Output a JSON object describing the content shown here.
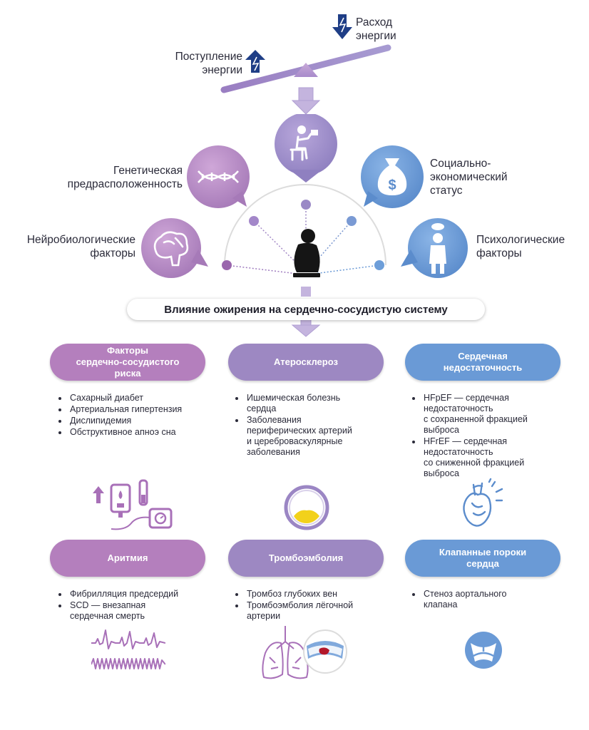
{
  "energy": {
    "expense": "Расход\nэнергии",
    "intake": "Поступление\nэнергии"
  },
  "factors": {
    "genetic": "Генетическая\nпредрасположенность",
    "socio": "Социально-\nэкономический\nстатус",
    "neuro": "Нейробиологические\nфакторы",
    "psych": "Психологические\nфакторы"
  },
  "banner": "Влияние ожирения на сердечно-сосудистую систему",
  "cards": [
    {
      "title": "Факторы\nсердечно-сосудистого\nриска",
      "items": [
        "Сахарный диабет",
        "Артериальная гипертензия",
        "Дислипидемия",
        "Обструктивное апноэ сна"
      ]
    },
    {
      "title": "Атеросклероз",
      "items": [
        "Ишемическая болезнь\nсердца",
        "Заболевания\nпериферических артерий\nи цереброваскулярные\nзаболевания"
      ]
    },
    {
      "title": "Сердечная\nнедостаточность",
      "items": [
        "HFpEF — сердечная\nнедостаточность\nс сохраненной фракцией\nвыброса",
        "HFrEF — сердечная\nнедостаточность\nсо сниженной фракцией\nвыброса"
      ]
    },
    {
      "title": "Аритмия",
      "items": [
        "Фибрилляция предсердий",
        "SCD — внезапная\nсердечная смерть"
      ]
    },
    {
      "title": "Тромбоэмболия",
      "items": [
        "Тромбоз глубоких вен",
        "Тромбоэмболия лёгочной\nартерии"
      ]
    },
    {
      "title": "Клапанные пороки\nсердца",
      "items": [
        "Стеноз аортального\nклапана"
      ]
    }
  ],
  "colors": {
    "violet": "#b47fbd",
    "purple": "#9d88c2",
    "blue": "#6a9ad6",
    "yellow": "#f2d11b",
    "navy": "#1f3e86"
  },
  "icons": [
    "energy-up-icon",
    "energy-down-icon",
    "dna-icon",
    "eating-person-icon",
    "money-bag-icon",
    "brain-icon",
    "worried-person-icon",
    "obese-person-icon",
    "glucometer-icon",
    "blood-pressure-monitor-icon",
    "artery-plaque-icon",
    "heart-icon",
    "ecg-icon",
    "lungs-icon",
    "thrombus-icon",
    "aortic-valve-icon"
  ]
}
